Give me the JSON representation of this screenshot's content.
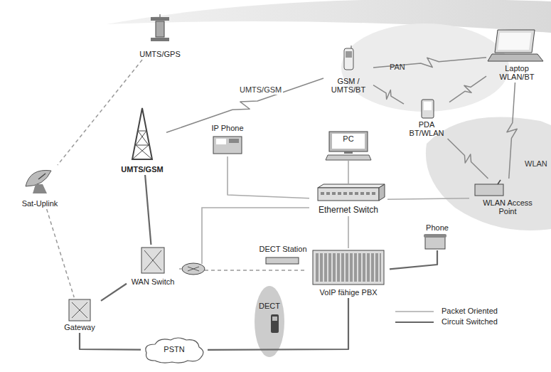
{
  "diagram": {
    "nodes": [
      {
        "text": [
          "UMTS/GPS"
        ]
      },
      {
        "text": [
          "GSM / UMTS/BT"
        ]
      },
      {
        "text": [
          "Laptop WLAN/BT"
        ]
      },
      {
        "text": [
          "UMTS/GSM"
        ]
      },
      {
        "text": [
          "Sat-Uplink"
        ]
      },
      {
        "text": [
          "IP Phone"
        ]
      },
      {
        "text": [
          "PC"
        ]
      },
      {
        "text": [
          "PDA BT/WLAN"
        ]
      },
      {
        "text": [
          "Ethernet Switch"
        ]
      },
      {
        "text": [
          "WLAN Access Point"
        ]
      },
      {
        "text": [
          "Phone"
        ]
      },
      {
        "text": [
          "DECT Station"
        ]
      },
      {
        "text": [
          "VoIP fähige PBX"
        ]
      },
      {
        "text": [
          "WAN Switch"
        ]
      },
      {
        "text": [
          "Gateway"
        ]
      },
      {
        "text": [
          "PSTN"
        ]
      },
      {
        "text": [
          "DECT"
        ]
      }
    ],
    "edges": [
      {
        "from": 0,
        "to": 4,
        "arrow": "none"
      },
      {
        "from": 4,
        "to": 14,
        "arrow": "none"
      },
      {
        "from": 3,
        "to": 1,
        "label": "UMTS/GSM",
        "arrow": "none"
      },
      {
        "from": 1,
        "to": 2,
        "arrow": "none"
      },
      {
        "from": 1,
        "to": 7,
        "arrow": "none"
      },
      {
        "from": 7,
        "to": 2,
        "arrow": "none"
      },
      {
        "from": 7,
        "to": 9,
        "arrow": "none"
      },
      {
        "from": 2,
        "to": 9,
        "arrow": "none"
      },
      {
        "from": 3,
        "to": 13,
        "arrow": "none"
      },
      {
        "from": 5,
        "to": 8,
        "arrow": "none"
      },
      {
        "from": 6,
        "to": 8,
        "arrow": "none"
      },
      {
        "from": 8,
        "to": 9,
        "arrow": "none"
      },
      {
        "from": 8,
        "to": 12,
        "arrow": "none"
      },
      {
        "from": 12,
        "to": 10,
        "arrow": "none"
      },
      {
        "from": 12,
        "to": 15,
        "arrow": "none"
      },
      {
        "from": 13,
        "to": 14,
        "arrow": "none"
      },
      {
        "from": 14,
        "to": 15,
        "arrow": "none"
      }
    ],
    "labels": [
      "PAN",
      "WLAN"
    ],
    "legend": [
      {
        "text": "Packet Oriented"
      },
      {
        "text": "Circuit Switched"
      }
    ]
  }
}
